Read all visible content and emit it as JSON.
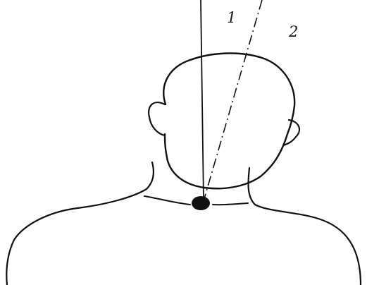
{
  "figure": {
    "labels": {
      "line_1": "1",
      "line_2": "2"
    },
    "lines": [
      {
        "id": "1",
        "style": "solid"
      },
      {
        "id": "2",
        "style": "dash-dot"
      }
    ],
    "colors": {
      "ink": "#111111",
      "background": "#ffffff"
    }
  }
}
